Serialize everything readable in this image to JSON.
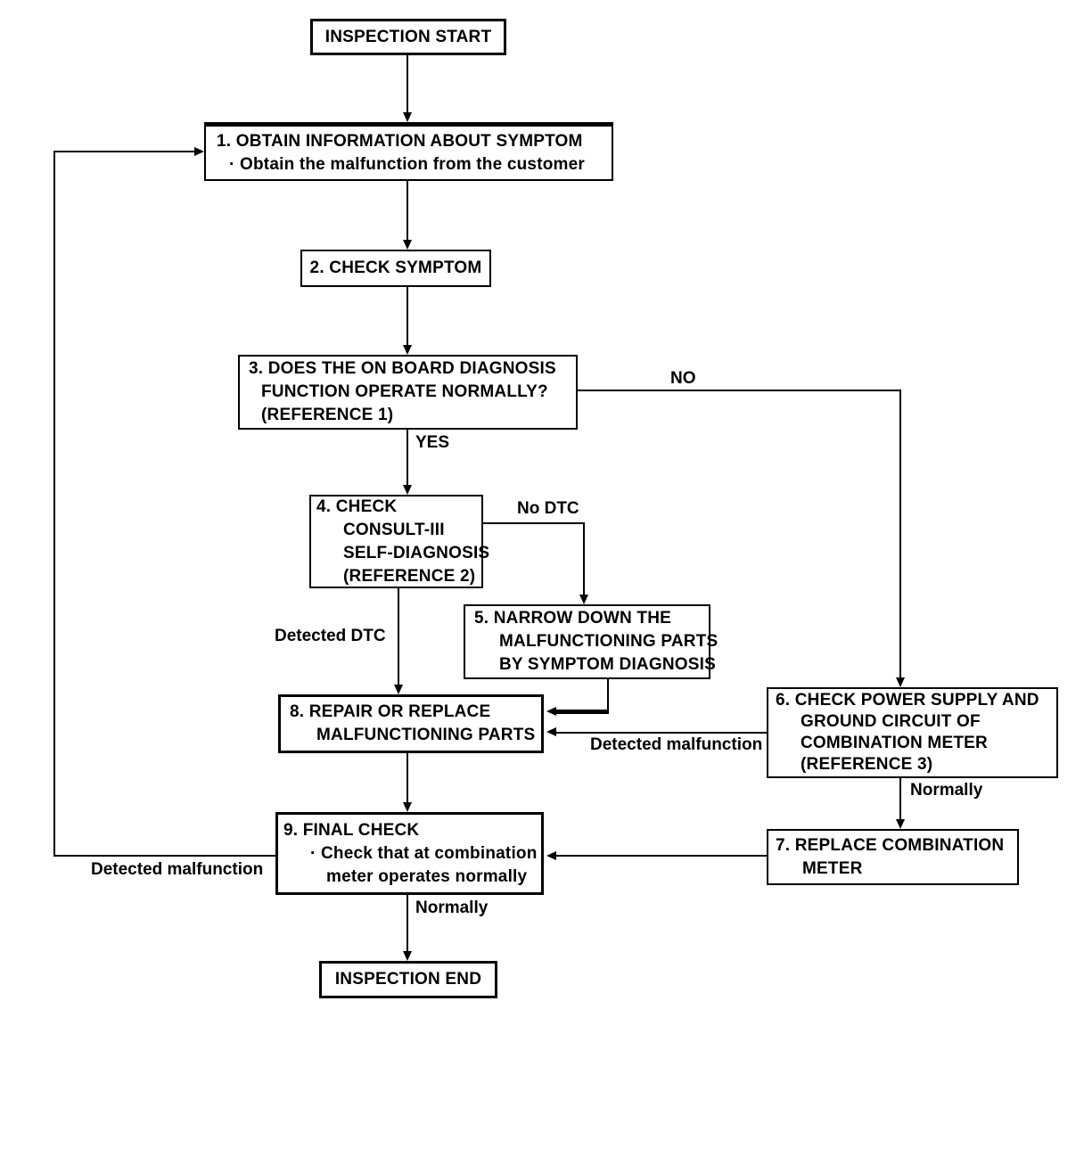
{
  "diagram": {
    "title": "Combination meter inspection flowchart",
    "colors": {
      "background": "#ffffff",
      "line": "#000000",
      "text": "#000000"
    },
    "nodes": {
      "start": {
        "lines": [
          "INSPECTION START"
        ]
      },
      "n1": {
        "lines": [
          "1. OBTAIN INFORMATION ABOUT SYMPTOM",
          "· Obtain the malfunction from the customer"
        ]
      },
      "n2": {
        "lines": [
          "2. CHECK SYMPTOM"
        ]
      },
      "n3": {
        "lines": [
          "3. DOES THE ON BOARD DIAGNOSIS",
          "FUNCTION OPERATE NORMALLY?",
          "(REFERENCE 1)"
        ]
      },
      "n4": {
        "lines": [
          "4. CHECK",
          "CONSULT-III",
          "SELF-DIAGNOSIS",
          "(REFERENCE 2)"
        ]
      },
      "n5": {
        "lines": [
          "5. NARROW DOWN THE",
          "MALFUNCTIONING PARTS",
          "BY SYMPTOM DIAGNOSIS"
        ]
      },
      "n6": {
        "lines": [
          "6. CHECK POWER SUPPLY AND",
          "GROUND CIRCUIT OF",
          "COMBINATION METER",
          "(REFERENCE 3)"
        ]
      },
      "n7": {
        "lines": [
          "7. REPLACE COMBINATION",
          "METER"
        ]
      },
      "n8": {
        "lines": [
          "8. REPAIR OR REPLACE",
          "MALFUNCTIONING PARTS"
        ]
      },
      "n9": {
        "lines": [
          "9. FINAL CHECK",
          "· Check that at combination",
          "meter operates normally"
        ]
      },
      "end": {
        "lines": [
          "INSPECTION END"
        ]
      }
    },
    "edges": [
      {
        "from": "start",
        "to": "n1",
        "label": ""
      },
      {
        "from": "n1",
        "to": "n2",
        "label": ""
      },
      {
        "from": "n2",
        "to": "n3",
        "label": ""
      },
      {
        "from": "n3",
        "to": "n4",
        "label": "YES"
      },
      {
        "from": "n3",
        "to": "n6",
        "label": "NO"
      },
      {
        "from": "n4",
        "to": "n5",
        "label": "No DTC"
      },
      {
        "from": "n4",
        "to": "n8",
        "label": "Detected DTC"
      },
      {
        "from": "n5",
        "to": "n8",
        "label": ""
      },
      {
        "from": "n6",
        "to": "n8",
        "label": "Detected malfunction"
      },
      {
        "from": "n6",
        "to": "n7",
        "label": "Normally"
      },
      {
        "from": "n7",
        "to": "n9",
        "label": ""
      },
      {
        "from": "n8",
        "to": "n9",
        "label": ""
      },
      {
        "from": "n9",
        "to": "n1",
        "label": "Detected malfunction"
      },
      {
        "from": "n9",
        "to": "end",
        "label": "Normally"
      }
    ]
  }
}
